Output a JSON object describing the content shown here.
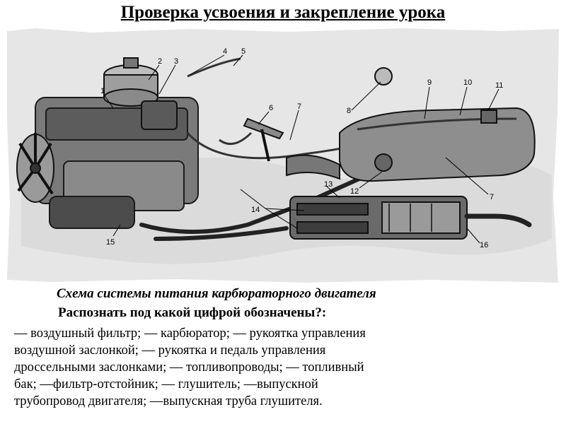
{
  "title": "Проверка усвоения и закрепление урока",
  "diagram": {
    "labels": [
      "1",
      "2",
      "3",
      "4",
      "5",
      "6",
      "7",
      "8",
      "9",
      "10",
      "11",
      "7",
      "12",
      "13",
      "14",
      "15",
      "16"
    ]
  },
  "caption": "Схема системы питания карбюраторного двигателя",
  "question": "Распознать под какой цифрой обозначены?:",
  "body_lines": [
    " — воздушный фильтр;  — карбюратор;  — рукоятка управления",
    "воздушной заслонкой;  — рукоятка и педаль управления",
    "дроссельными заслонками;  — топливопроводы; — топливный",
    "бак; —фильтр-отстойник;  — глушитель;   —выпускной",
    "трубопровод двигателя; —выпускная труба глушителя."
  ]
}
